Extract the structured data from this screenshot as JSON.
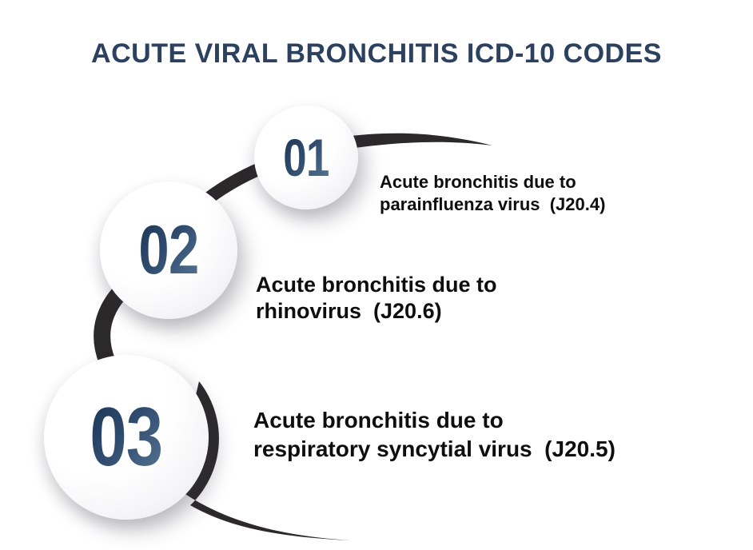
{
  "title": "ACUTE VIRAL BRONCHITIS ICD-10 CODES",
  "steps": [
    {
      "number": "01",
      "description": "Acute bronchitis due to\nparainfluenza virus  (J20.4)"
    },
    {
      "number": "02",
      "description": "Acute bronchitis due to\nrhinovirus  (J20.6)"
    },
    {
      "number": "03",
      "description": "Acute bronchitis due to\nrespiratory syncytial virus  (J20.5)"
    }
  ],
  "colors": {
    "title_text": "#2c4160",
    "body_text": "#0e0e0e",
    "swoosh": "#2c292b",
    "number_gradient_start": "#1c3353",
    "number_gradient_end": "#5a7896",
    "background": "#ffffff"
  }
}
